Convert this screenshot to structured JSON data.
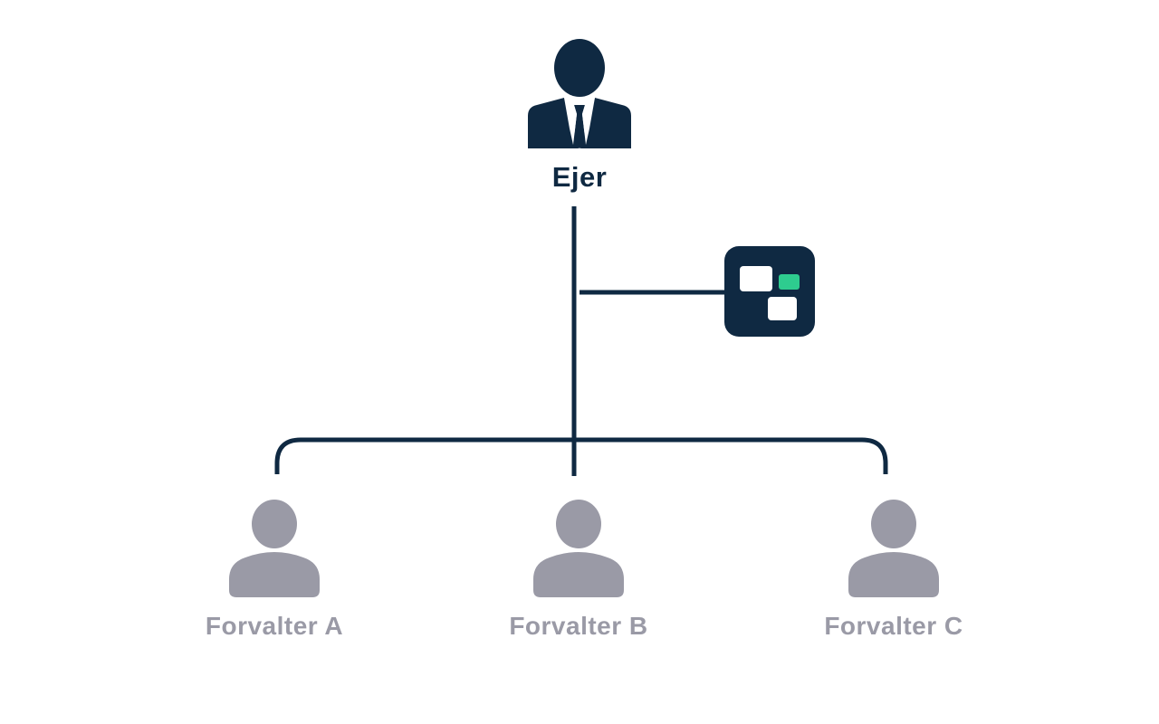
{
  "owner": {
    "label": "Ejer",
    "icon": "businessman-icon",
    "color": "#0f2942"
  },
  "managers": [
    {
      "label": "Forvalter A",
      "icon": "person-icon"
    },
    {
      "label": "Forvalter B",
      "icon": "person-icon"
    },
    {
      "label": "Forvalter C",
      "icon": "person-icon"
    }
  ],
  "app": {
    "icon": "app-logo-icon",
    "background_color": "#0f2942",
    "accent_color": "#2ecc8f"
  },
  "colors": {
    "connector": "#0f2942",
    "manager": "#9a9aa6",
    "background": "#ffffff"
  }
}
